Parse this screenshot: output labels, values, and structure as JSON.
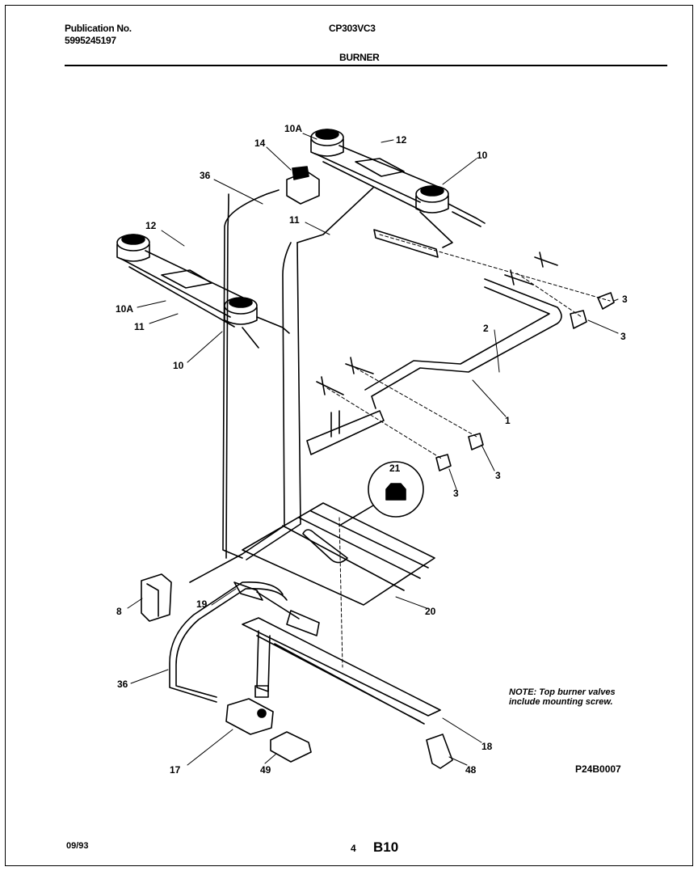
{
  "header": {
    "publication_label": "Publication No.",
    "publication_number": "5995245197",
    "model": "CP303VC3",
    "section": "BURNER"
  },
  "callouts": {
    "c10A_top": "10A",
    "c12_top": "12",
    "c14": "14",
    "c10_top": "10",
    "c36_top": "36",
    "c11_top": "11",
    "c12_left": "12",
    "c10A_left": "10A",
    "c11_left": "11",
    "c10_left": "10",
    "c3_a": "3",
    "c3_b": "3",
    "c2": "2",
    "c1": "1",
    "c3_c": "3",
    "c3_d": "3",
    "c21": "21",
    "c8": "8",
    "c19": "19",
    "c20": "20",
    "c36_bottom": "36",
    "c18": "18",
    "c17": "17",
    "c49": "49",
    "c48": "48"
  },
  "note": {
    "line1": "NOTE: Top burner valves",
    "line2": "include mounting screw."
  },
  "figure_code": "P24B0007",
  "footer": {
    "date": "09/93",
    "page": "4",
    "section_code": "B10"
  }
}
